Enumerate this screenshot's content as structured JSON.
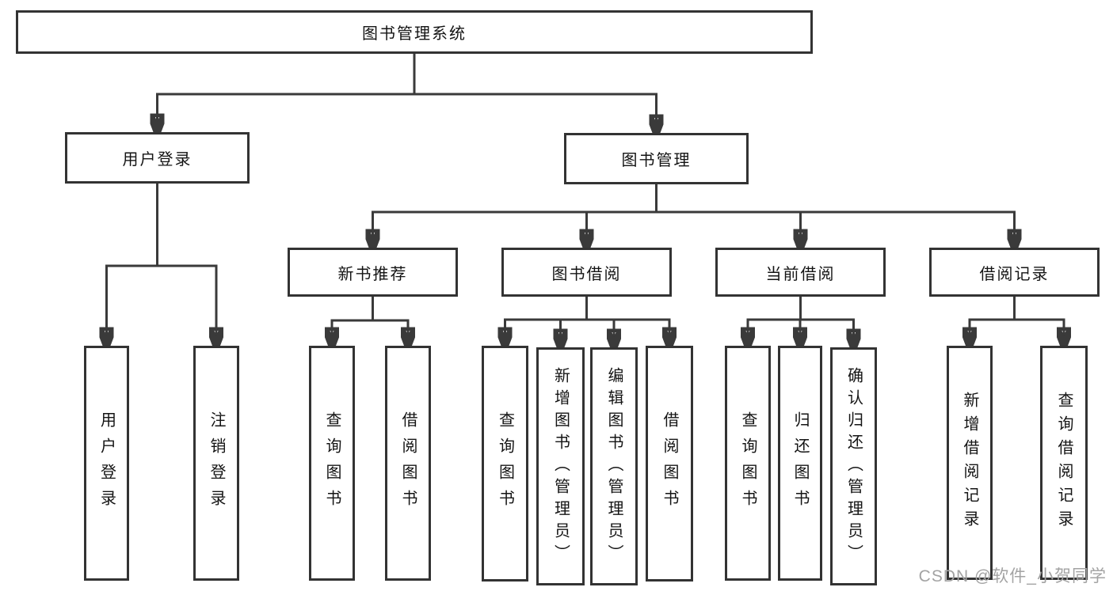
{
  "diagram_type": "hierarchy-tree",
  "colors": {
    "line": "#3a3a3a",
    "box_border": "#333333",
    "box_fill": "#ffffff",
    "text": "#141414",
    "watermark": "#a3a3a3",
    "background": "#ffffff"
  },
  "tree": {
    "label": "图书管理系统",
    "children": [
      {
        "label": "用户登录",
        "children": [
          {
            "label": "用户登录"
          },
          {
            "label": "注销登录"
          }
        ]
      },
      {
        "label": "图书管理",
        "children": [
          {
            "label": "新书推荐",
            "children": [
              {
                "label": "查询图书"
              },
              {
                "label": "借阅图书"
              }
            ]
          },
          {
            "label": "图书借阅",
            "children": [
              {
                "label": "查询图书"
              },
              {
                "label": "新增图书（管理员）"
              },
              {
                "label": "编辑图书（管理员）"
              },
              {
                "label": "借阅图书"
              }
            ]
          },
          {
            "label": "当前借阅",
            "children": [
              {
                "label": "查询图书"
              },
              {
                "label": "归还图书"
              },
              {
                "label": "确认归还（管理员）"
              }
            ]
          },
          {
            "label": "借阅记录",
            "children": [
              {
                "label": "新增借阅记录"
              },
              {
                "label": "查询借阅记录"
              }
            ]
          }
        ]
      }
    ]
  },
  "watermark": {
    "text": "CSDN @软件_小贺同学"
  }
}
